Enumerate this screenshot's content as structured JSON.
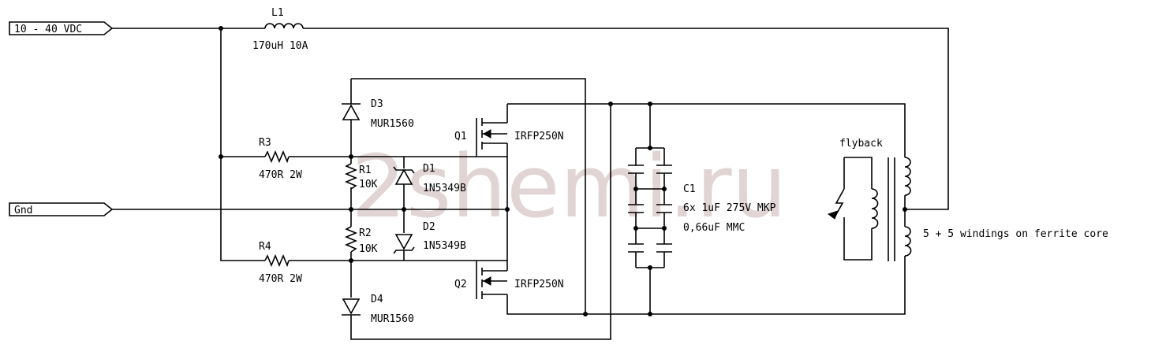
{
  "watermark": "2shemi.ru",
  "ports": {
    "vin": "10 - 40 VDC",
    "gnd": "Gnd"
  },
  "components": {
    "L1": {
      "ref": "L1",
      "value": "170uH 10A"
    },
    "R1": {
      "ref": "R1",
      "value": "10K"
    },
    "R2": {
      "ref": "R2",
      "value": "10K"
    },
    "R3": {
      "ref": "R3",
      "value": "470R 2W"
    },
    "R4": {
      "ref": "R4",
      "value": "470R 2W"
    },
    "D1": {
      "ref": "D1",
      "value": "1N5349B"
    },
    "D2": {
      "ref": "D2",
      "value": "1N5349B"
    },
    "D3": {
      "ref": "D3",
      "value": "MUR1560"
    },
    "D4": {
      "ref": "D4",
      "value": "MUR1560"
    },
    "Q1": {
      "ref": "Q1",
      "value": "IRFP250N"
    },
    "Q2": {
      "ref": "Q2",
      "value": "IRFP250N"
    },
    "C1": {
      "ref": "C1",
      "value_line1": "6x 1uF 275V MKP",
      "value_line2": "0,66uF MMC"
    },
    "T1": {
      "label": "flyback",
      "note": "5 + 5 windings on ferrite core"
    }
  }
}
